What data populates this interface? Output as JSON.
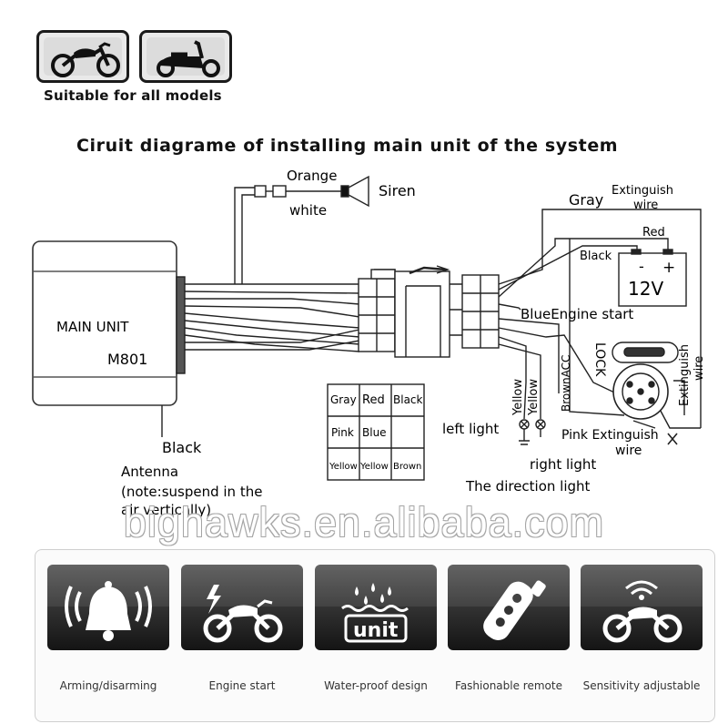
{
  "header": {
    "suitable_label": "Suitable for all models",
    "title": "Ciruit diagrame of installing main unit of the system",
    "model_icons": [
      "motorcycle-icon",
      "scooter-icon"
    ]
  },
  "diagram": {
    "main_unit_label": "MAIN UNIT",
    "model": "M801",
    "orange": "Orange",
    "white": "white",
    "siren": "Siren",
    "black_antenna": "Black",
    "antenna": "Antenna",
    "antenna_note_1": "(note:suspend in the",
    "antenna_note_2": "air vertically)",
    "gray": "Gray",
    "extinguish_top_1": "Extinguish",
    "extinguish_top_2": "wire",
    "red": "Red",
    "black": "Black",
    "battery": "12V",
    "minus": "-",
    "plus": "+",
    "blue_engine": "BlueEngine start",
    "lock": "LOCK",
    "extinguish_side_1": "Extinguish",
    "extinguish_side_2": "wire",
    "brown_acc": "BrownACC",
    "yellow_1": "Yellow",
    "yellow_2": "Yellow",
    "pink_extinguish": "Pink Extinguish",
    "wire": "wire",
    "left_light": "left light",
    "right_light": "right light",
    "direction_light": "The direction light",
    "connector_grid": [
      [
        "Gray",
        "Red",
        "Black"
      ],
      [
        "Pink",
        "Blue",
        ""
      ],
      [
        "Yellow",
        "Yellow",
        "Brown"
      ]
    ]
  },
  "watermark": "bighawks.en.alibaba.com",
  "features": [
    {
      "label": "Arming/disarming",
      "icon": "alarm-bell-icon"
    },
    {
      "label": "Engine start",
      "icon": "engine-start-motorcycle-icon"
    },
    {
      "label": "Water-proof design",
      "icon": "water-proof-unit-icon"
    },
    {
      "label": "Fashionable remote",
      "icon": "remote-key-icon"
    },
    {
      "label": "Sensitivity adjustable",
      "icon": "sensitivity-motorcycle-icon"
    }
  ]
}
